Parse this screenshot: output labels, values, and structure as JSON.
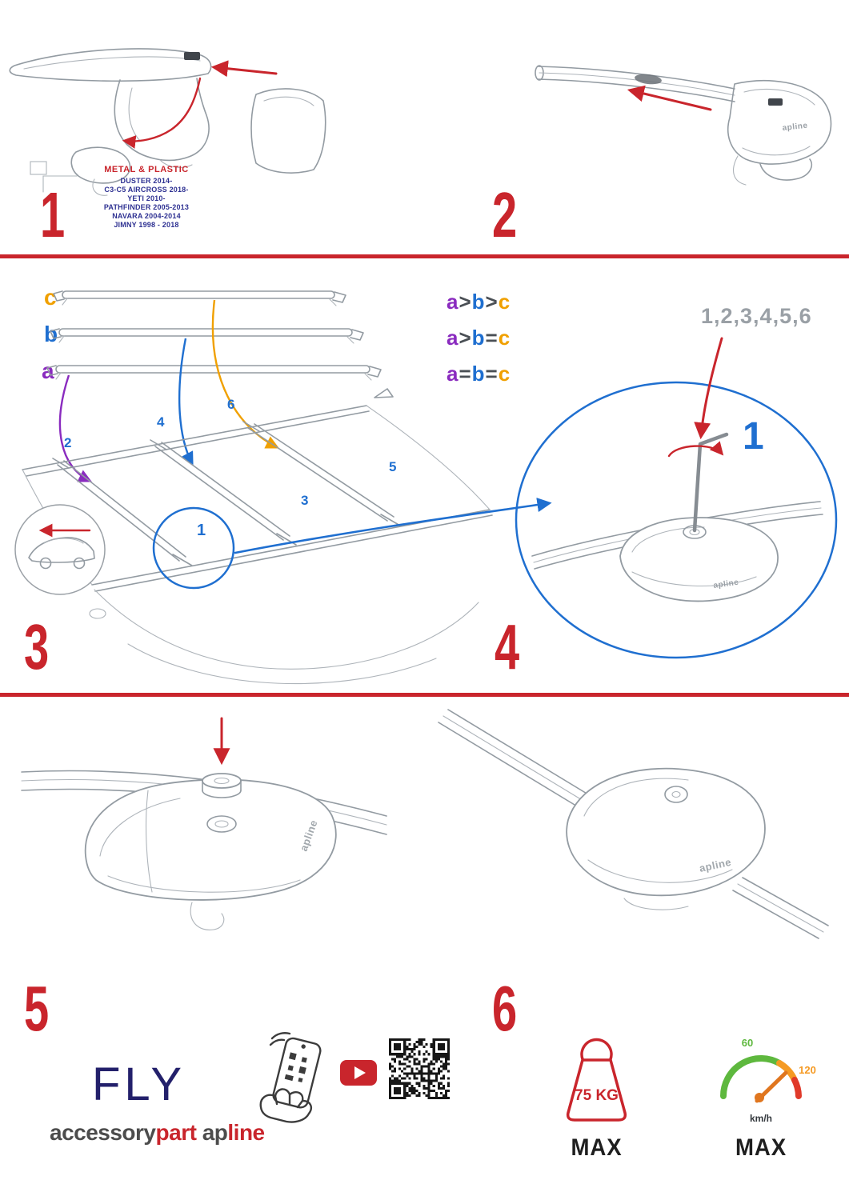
{
  "colors": {
    "red": "#c9252c",
    "blue": "#1f6fd0",
    "purple": "#8a2bbf",
    "orange": "#f0a000",
    "navy": "#23206b",
    "gray": "#9aa0a6",
    "green": "#5eb83e",
    "speed_orange": "#f59a23"
  },
  "steps": {
    "n1": "1",
    "n2": "2",
    "n3": "3",
    "n4": "4",
    "n5": "5",
    "n6": "6"
  },
  "step1": {
    "material": "METAL & PLASTIC",
    "models": [
      "DUSTER 2014-",
      "C3-C5 AIRCROSS 2018-",
      "YETI 2010-",
      "PATHFINDER 2005-2013",
      "NAVARA 2004-2014",
      "JIMNY 1998 - 2018"
    ]
  },
  "step3": {
    "bar_labels": {
      "a": "a",
      "b": "b",
      "c": "c"
    },
    "formulas": [
      [
        "a",
        ">",
        "b",
        ">",
        "c"
      ],
      [
        "a",
        ">",
        "b",
        "=",
        "c"
      ],
      [
        "a",
        "=",
        "b",
        "=",
        "c"
      ]
    ],
    "roof_numbers": {
      "p1": "1",
      "p2": "2",
      "p3": "3",
      "p4": "4",
      "p5": "5",
      "p6": "6"
    }
  },
  "step4": {
    "sequence": "1,2,3,4,5,6",
    "step_ref": "1"
  },
  "branding": {
    "fly": "FLY",
    "accessory": "accessory",
    "part": "part",
    "ap": "ap",
    "line": "line",
    "part_logo": "apline"
  },
  "limits": {
    "weight": "75 KG",
    "weight_max": "MAX",
    "speed_low": "60",
    "speed_high": "120",
    "speed_unit": "km/h",
    "speed_max": "MAX"
  }
}
